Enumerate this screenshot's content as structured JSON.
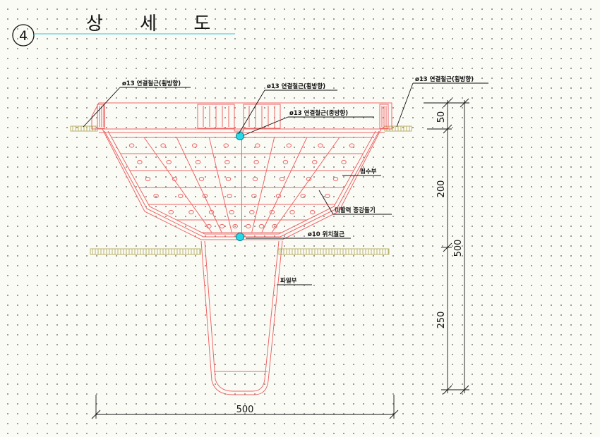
{
  "header": {
    "number": "4",
    "title": "상 세 도"
  },
  "labels": {
    "rebar_left": "ø13 연결철근(횡방향)",
    "rebar_center": "ø13 연결철근(횡방향)",
    "rebar_right": "ø13 연결철근(횡방향)",
    "rebar_long": "ø13 연결철근(종방향)",
    "footing": "펌수부",
    "stiffener": "미할력 중강돌기",
    "position_rebar": "ø10 위치철근",
    "pile": "파일부"
  },
  "dimensions": {
    "top": "50",
    "mid": "200",
    "total": "500",
    "bottom": "250",
    "width": "500"
  },
  "colors": {
    "structure": "#ee6666",
    "rebar": "#b8b26a",
    "marker": "#26d9e8",
    "title_line": "#5ad0e0"
  }
}
